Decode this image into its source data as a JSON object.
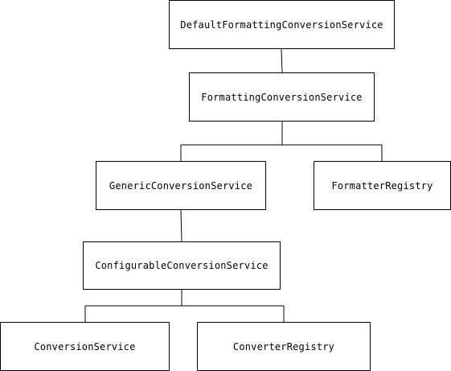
{
  "diagram": {
    "nodes": {
      "default_formatting_conversion_service": "DefaultFormattingConversionService",
      "formatting_conversion_service": "FormattingConversionService",
      "generic_conversion_service": "GenericConversionService",
      "formatter_registry": "FormatterRegistry",
      "configurable_conversion_service": "ConfigurableConversionService",
      "conversion_service": "ConversionService",
      "converter_registry": "ConverterRegistry"
    },
    "edges": [
      {
        "from": "default_formatting_conversion_service",
        "to": "formatting_conversion_service"
      },
      {
        "from": "formatting_conversion_service",
        "to": "generic_conversion_service"
      },
      {
        "from": "formatting_conversion_service",
        "to": "formatter_registry"
      },
      {
        "from": "generic_conversion_service",
        "to": "configurable_conversion_service"
      },
      {
        "from": "configurable_conversion_service",
        "to": "conversion_service"
      },
      {
        "from": "configurable_conversion_service",
        "to": "converter_registry"
      }
    ],
    "line_color": "#000000",
    "box_border_color": "#000000"
  }
}
